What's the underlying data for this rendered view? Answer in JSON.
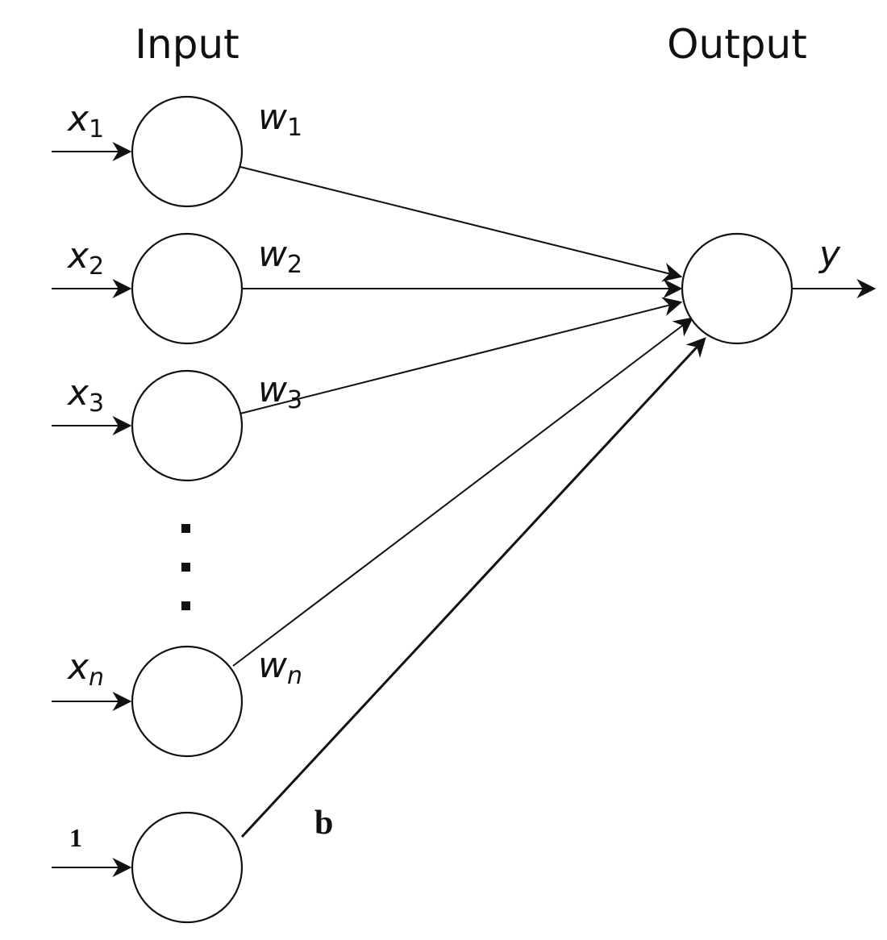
{
  "headings": {
    "input": "Input",
    "output": "Output"
  },
  "inputs": [
    {
      "var": "x",
      "sub": "1",
      "weight_var": "w",
      "weight_sub": "1"
    },
    {
      "var": "x",
      "sub": "2",
      "weight_var": "w",
      "weight_sub": "2"
    },
    {
      "var": "x",
      "sub": "3",
      "weight_var": "w",
      "weight_sub": "3"
    },
    {
      "var": "x",
      "sub": "n",
      "weight_var": "w",
      "weight_sub": "n"
    }
  ],
  "bias": {
    "input_label": "1",
    "weight_label": "b"
  },
  "output": {
    "label": "y"
  },
  "colors": {
    "stroke": "#111111",
    "background": "#ffffff"
  }
}
